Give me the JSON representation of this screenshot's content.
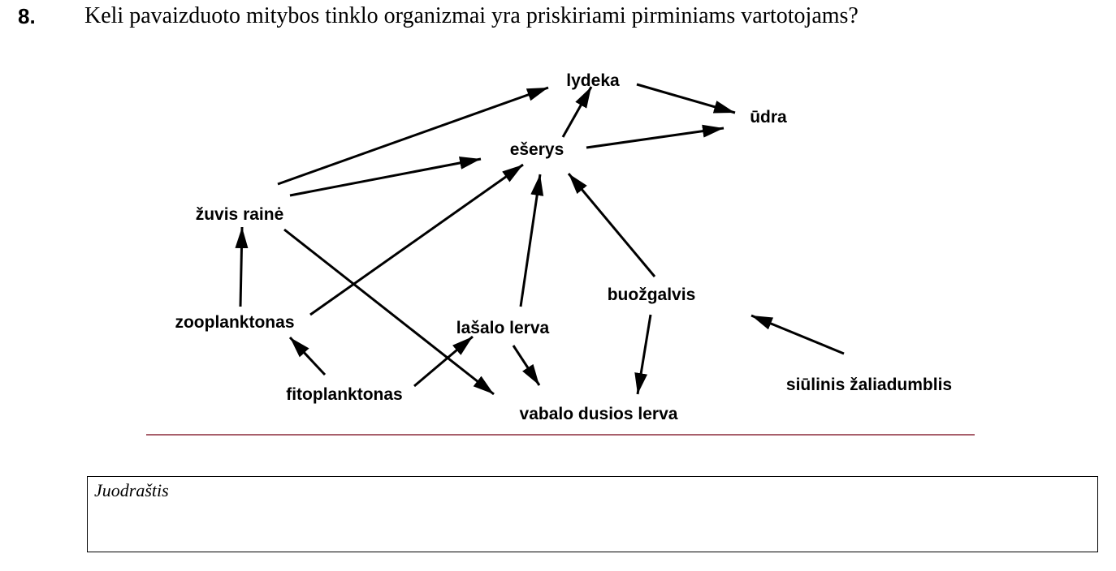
{
  "question": {
    "number": "8.",
    "text": "Keli pavaizduoto mitybos tinklo organizmai yra priskiriami pirminiams vartotojams?"
  },
  "food_web": {
    "organisms": {
      "lydeka": "lydeka",
      "udra": "ūdra",
      "eserys": "ešerys",
      "zuvis_raine": "žuvis rainė",
      "zooplanktonas": "zooplanktonas",
      "lasalo_lerva": "lašalo lerva",
      "buozgalvis": "buožgalvis",
      "fitoplanktonas": "fitoplanktonas",
      "vabalo_dusios_lerva": "vabalo dusios lerva",
      "siulinis_zaliadumblis": "siūlinis žaliadumblis"
    },
    "links": [
      [
        "zuvis_raine",
        "lydeka"
      ],
      [
        "zuvis_raine",
        "eserys"
      ],
      [
        "eserys",
        "lydeka"
      ],
      [
        "lydeka",
        "udra"
      ],
      [
        "eserys",
        "udra"
      ],
      [
        "zooplanktonas",
        "eserys"
      ],
      [
        "lasalo_lerva",
        "eserys"
      ],
      [
        "buozgalvis",
        "eserys"
      ],
      [
        "zooplanktonas",
        "zuvis_raine"
      ],
      [
        "fitoplanktonas",
        "zooplanktonas"
      ],
      [
        "fitoplanktonas",
        "lasalo_lerva"
      ],
      [
        "lasalo_lerva",
        "vabalo_dusios_lerva"
      ],
      [
        "zuvis_raine",
        "vabalo_dusios_lerva"
      ],
      [
        "buozgalvis",
        "vabalo_dusios_lerva"
      ],
      [
        "siulinis_zaliadumblis",
        "buozgalvis"
      ]
    ]
  },
  "draft": {
    "label": "Juodraštis"
  },
  "colors": {
    "divider": "#8b2a3a",
    "arrow": "#000000"
  }
}
